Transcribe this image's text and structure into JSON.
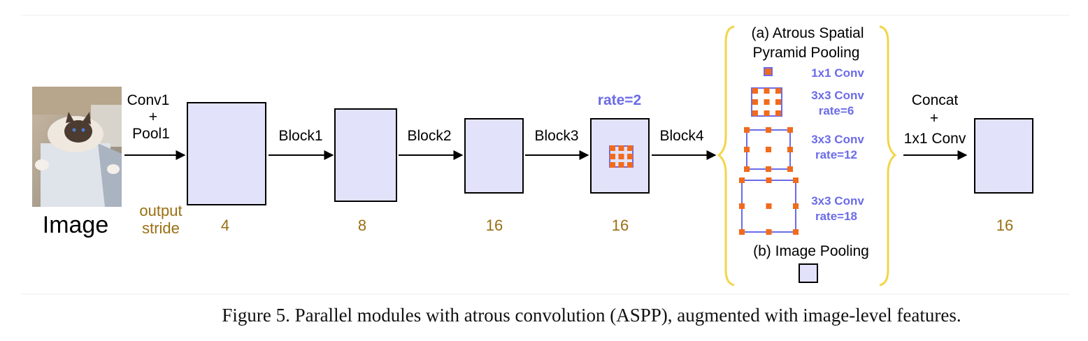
{
  "input": {
    "label": "Image",
    "conv_label": [
      "Conv1",
      "+",
      "Pool1"
    ],
    "stride_label": [
      "output",
      "stride"
    ]
  },
  "stages": [
    {
      "label": "Block1",
      "stride": "4"
    },
    {
      "label": "Block2",
      "stride": "8"
    },
    {
      "label": "Block3",
      "stride": "16"
    },
    {
      "label": "Block4",
      "stride": "16",
      "rate": "rate=2"
    }
  ],
  "aspp": {
    "title": [
      "(a) Atrous Spatial",
      "Pyramid Pooling"
    ],
    "branches": [
      {
        "label": [
          "1x1 Conv"
        ]
      },
      {
        "label": [
          "3x3 Conv",
          "rate=6"
        ]
      },
      {
        "label": [
          "3x3 Conv",
          "rate=12"
        ]
      },
      {
        "label": [
          "3x3 Conv",
          "rate=18"
        ]
      }
    ],
    "image_pooling": "(b) Image Pooling"
  },
  "output": {
    "op_label": [
      "Concat",
      "+",
      "1x1 Conv"
    ],
    "stride": "16"
  },
  "caption": "Figure 5. Parallel modules with atrous convolution (ASPP), augmented with image-level features.",
  "colors": {
    "box_fill": "#e2e2fa",
    "stride_text": "#9a6f12",
    "accent": "#6b6be8",
    "kernel_dot": "#f26a1b",
    "brace": "#f2d54a"
  }
}
